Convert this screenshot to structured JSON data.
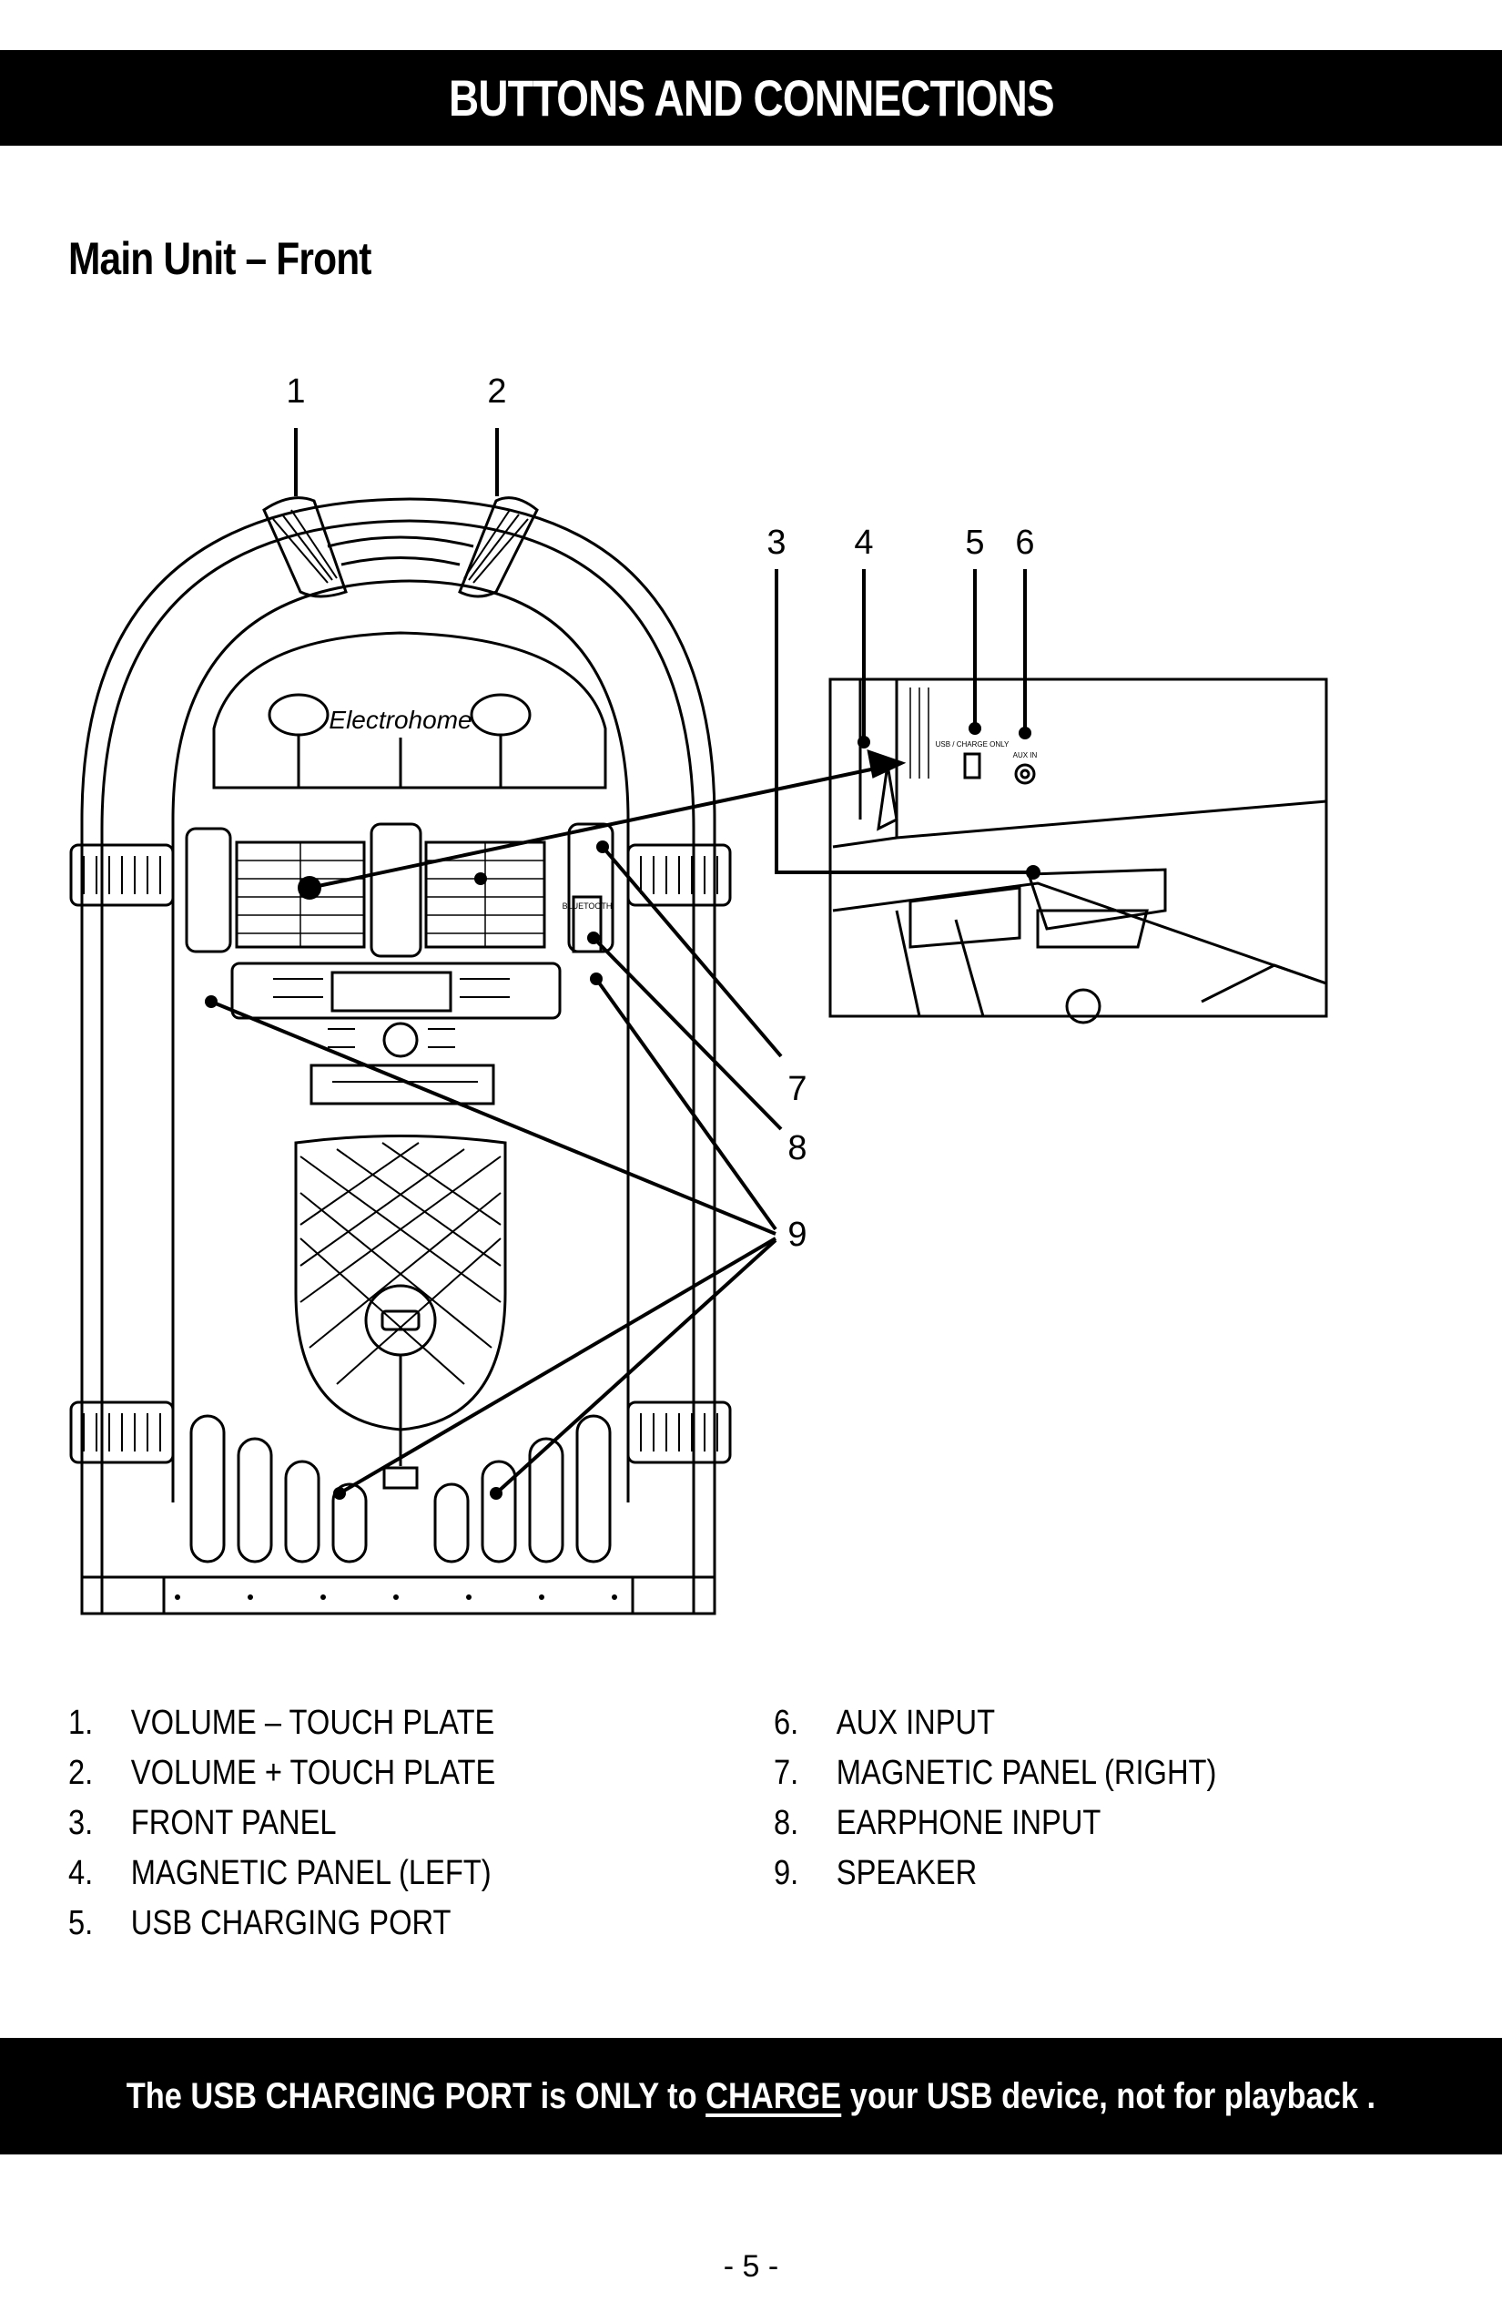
{
  "header": {
    "title": "BUTTONS AND CONNECTIONS"
  },
  "section": {
    "title": "Main Unit – Front"
  },
  "callouts": [
    "1",
    "2",
    "3",
    "4",
    "5",
    "6",
    "7",
    "8",
    "9"
  ],
  "diagram": {
    "brand_script": "Electrohome",
    "panel_label": "BLUETOOTH",
    "usb_label": "USB / CHARGE ONLY",
    "aux_label": "AUX IN"
  },
  "legend": [
    {
      "num": "1.",
      "label": "VOLUME – TOUCH PLATE"
    },
    {
      "num": "2.",
      "label": "VOLUME + TOUCH PLATE"
    },
    {
      "num": "3.",
      "label": "FRONT PANEL"
    },
    {
      "num": "4.",
      "label": "MAGNETIC PANEL (LEFT)"
    },
    {
      "num": "5.",
      "label": "USB CHARGING PORT"
    },
    {
      "num": "6.",
      "label": "AUX INPUT"
    },
    {
      "num": "7.",
      "label": "MAGNETIC PANEL (RIGHT)"
    },
    {
      "num": "8.",
      "label": "EARPHONE INPUT"
    },
    {
      "num": "9.",
      "label": "SPEAKER"
    }
  ],
  "notice": {
    "before": "The USB CHARGING PORT is ONLY to ",
    "emphasis": "CHARGE",
    "after": " your USB device, not for playback ."
  },
  "footer": {
    "page_number": "- 5 -"
  }
}
